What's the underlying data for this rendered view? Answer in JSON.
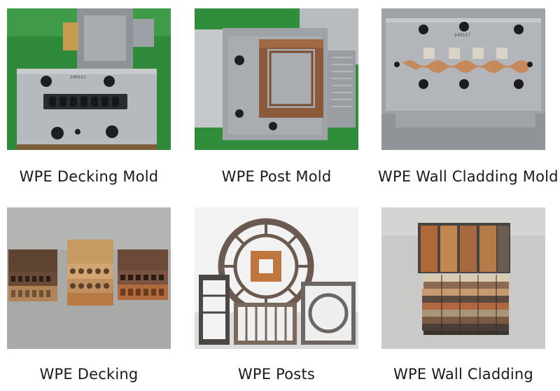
{
  "products": [
    {
      "caption": "WPE Decking Mold",
      "image": "decking-mold-photo"
    },
    {
      "caption": "WPE Post Mold",
      "image": "post-mold-photo"
    },
    {
      "caption": "WPE Wall Cladding Mold",
      "image": "wall-cladding-mold-photo"
    },
    {
      "caption": "WPE Decking",
      "image": "decking-samples-photo"
    },
    {
      "caption": "WPE Posts",
      "image": "post-profiles-photo"
    },
    {
      "caption": "WPE Wall Cladding",
      "image": "wall-cladding-samples-photo"
    }
  ],
  "mold_stamps": {
    "decking": "240511",
    "cladding": "240517"
  },
  "colors": {
    "steel": "#a9adb1",
    "green_floor": "#2e8a3a",
    "wood_brown": "#8a5a3a",
    "wood_tan": "#c49866"
  }
}
